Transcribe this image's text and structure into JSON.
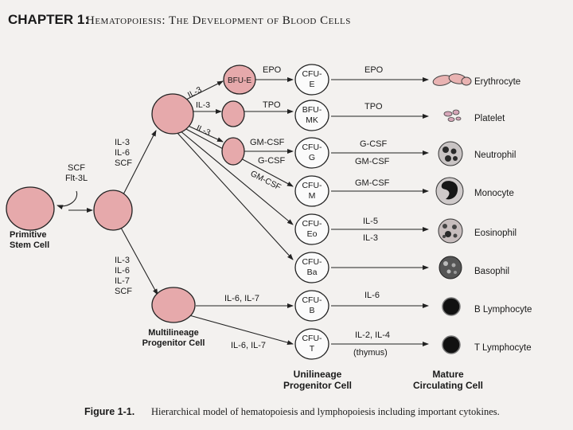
{
  "header": {
    "chapter": "CHAPTER 1:",
    "title": "Hematopoiesis: The Development of Blood Cells"
  },
  "caption": {
    "label": "Figure 1-1.",
    "text": "Hierarchical model of hematopoiesis and lymphopoiesis including important cytokines."
  },
  "cells": {
    "stem_line1": "Primitive",
    "stem_line2": "Stem Cell",
    "bfue": "BFU-E",
    "multi_line1": "Multilineage",
    "multi_line2": "Progenitor Cell"
  },
  "progenitors": [
    {
      "l1": "CFU-",
      "l2": "E"
    },
    {
      "l1": "BFU-",
      "l2": "MK"
    },
    {
      "l1": "CFU-",
      "l2": "G"
    },
    {
      "l1": "CFU-",
      "l2": "M"
    },
    {
      "l1": "CFU-",
      "l2": "Eo"
    },
    {
      "l1": "CFU-",
      "l2": "Ba"
    },
    {
      "l1": "CFU-",
      "l2": "B"
    },
    {
      "l1": "CFU-",
      "l2": "T"
    }
  ],
  "cytokines": {
    "scf": "SCF",
    "flt3l": "Flt-3L",
    "il3": "IL-3",
    "il6": "IL-6",
    "il7": "IL-7",
    "epo": "EPO",
    "tpo": "TPO",
    "gmcsf": "GM-CSF",
    "gcsf": "G-CSF",
    "il5": "IL-5",
    "il6_il7": "IL-6, IL-7",
    "il2_il4": "IL-2, IL-4",
    "thymus": "(thymus)"
  },
  "mature_cells": [
    "Erythrocyte",
    "Platelet",
    "Neutrophil",
    "Monocyte",
    "Eosinophil",
    "Basophil",
    "B Lymphocyte",
    "T Lymphocyte"
  ],
  "column_labels": {
    "unilineage_line1": "Unilineage",
    "unilineage_line2": "Progenitor Cell",
    "mature_line1": "Mature",
    "mature_line2": "Circulating Cell"
  },
  "colors": {
    "progenitor_fill": "#e6a9ab",
    "page_bg": "#f3f1ef"
  }
}
